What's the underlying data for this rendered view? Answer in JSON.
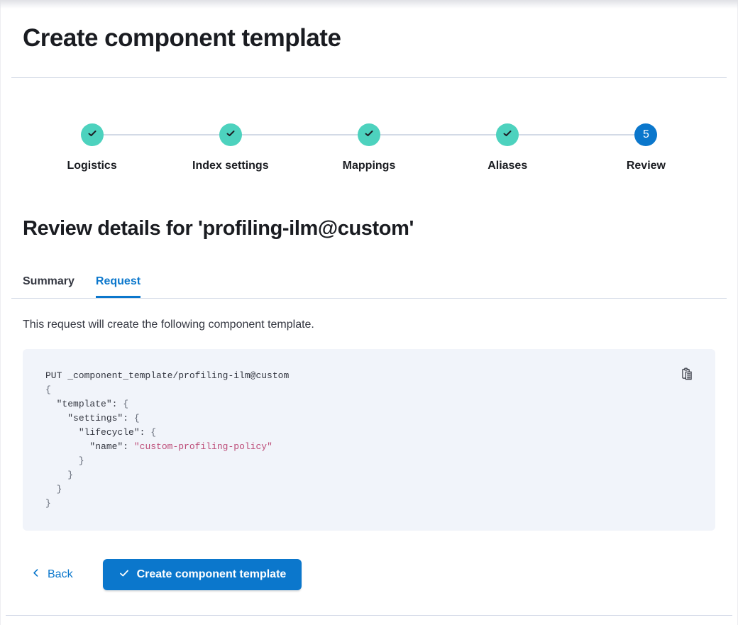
{
  "page": {
    "title": "Create component template"
  },
  "stepper": {
    "steps": [
      {
        "label": "Logistics",
        "status": "complete"
      },
      {
        "label": "Index settings",
        "status": "complete"
      },
      {
        "label": "Mappings",
        "status": "complete"
      },
      {
        "label": "Aliases",
        "status": "complete"
      },
      {
        "label": "Review",
        "status": "current",
        "number": "5"
      }
    ]
  },
  "review": {
    "heading": "Review details for 'profiling-ilm@custom'",
    "tabs": [
      {
        "label": "Summary",
        "active": false
      },
      {
        "label": "Request",
        "active": true
      }
    ],
    "description": "This request will create the following component template."
  },
  "code_block": {
    "lines": [
      [
        {
          "t": "PUT _component_template/profiling-ilm@custom",
          "c": "default"
        }
      ],
      [
        {
          "t": "{",
          "c": "punct"
        }
      ],
      [
        {
          "t": "  ",
          "c": "default"
        },
        {
          "t": "\"template\"",
          "c": "key"
        },
        {
          "t": ": ",
          "c": "default"
        },
        {
          "t": "{",
          "c": "punct"
        }
      ],
      [
        {
          "t": "    ",
          "c": "default"
        },
        {
          "t": "\"settings\"",
          "c": "key"
        },
        {
          "t": ": ",
          "c": "default"
        },
        {
          "t": "{",
          "c": "punct"
        }
      ],
      [
        {
          "t": "      ",
          "c": "default"
        },
        {
          "t": "\"lifecycle\"",
          "c": "key"
        },
        {
          "t": ": ",
          "c": "default"
        },
        {
          "t": "{",
          "c": "punct"
        }
      ],
      [
        {
          "t": "        ",
          "c": "default"
        },
        {
          "t": "\"name\"",
          "c": "key"
        },
        {
          "t": ": ",
          "c": "default"
        },
        {
          "t": "\"custom-profiling-policy\"",
          "c": "string"
        }
      ],
      [
        {
          "t": "      ",
          "c": "default"
        },
        {
          "t": "}",
          "c": "punct"
        }
      ],
      [
        {
          "t": "    ",
          "c": "default"
        },
        {
          "t": "}",
          "c": "punct"
        }
      ],
      [
        {
          "t": "  ",
          "c": "default"
        },
        {
          "t": "}",
          "c": "punct"
        }
      ],
      [
        {
          "t": "}",
          "c": "punct"
        }
      ]
    ]
  },
  "footer": {
    "back_label": "Back",
    "create_button_label": "Create component template"
  },
  "icons": {
    "step_complete": "check-icon",
    "copy": "copy-clipboard-icon",
    "back": "chevron-left-icon",
    "create_button": "check-icon"
  },
  "colors": {
    "primary": "#0b77cc",
    "step_success": "#4dd2be",
    "code_background": "#f1f4fa",
    "code_string": "#bd4c78",
    "code_punct": "#646a77",
    "divider": "#d3dae6",
    "heading_text": "#1a1c21",
    "body_text": "#343741"
  }
}
